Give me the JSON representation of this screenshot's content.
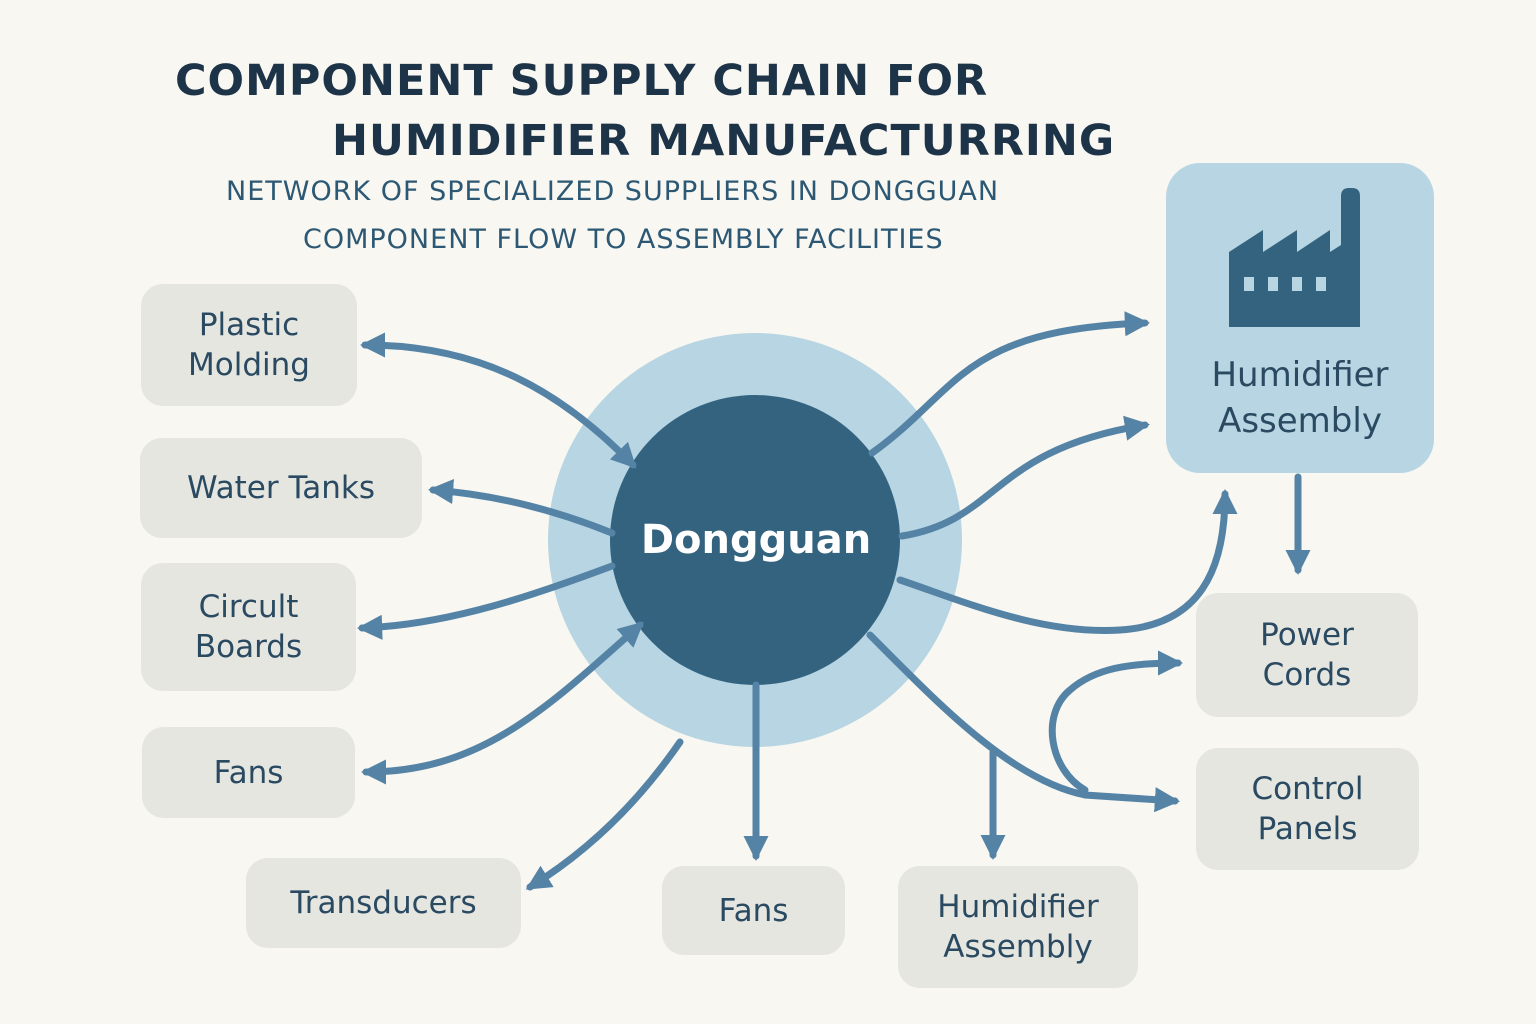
{
  "title": {
    "line1": "COMPONENT SUPPLY CHAIN FOR",
    "line2": "HUMIDIFIER MANUFACTURRING"
  },
  "subtitle": {
    "line1": "NETWORK OF SPECIALIZED SUPPLIERS IN DONGGUAN",
    "line2": "COMPONENT FLOW TO ASSEMBLY FACILITIES"
  },
  "hub": {
    "label": "Dongguan"
  },
  "assembly_facility": {
    "label": "Humidifier\nAssembly",
    "icon": "factory-icon"
  },
  "suppliers": {
    "plastic_molding": "Plastic\nMolding",
    "water_tanks": "Water Tanks",
    "circuit_boards": "Circult\nBoards",
    "fans_left": "Fans",
    "transducers": "Transducers",
    "fans_bottom": "Fans",
    "humidifier_assembly_bottom": "Humidifier\nAssembly",
    "power_cords": "Power\nCords",
    "control_panels": "Control\nPanels"
  },
  "colors": {
    "background": "#f8f7f2",
    "hub_inner": "#33637f",
    "hub_outer": "#b7d5e2",
    "arrow": "#5583a6",
    "box": "#e6e6e1",
    "text": "#2a4a62",
    "title": "#1d3348"
  }
}
